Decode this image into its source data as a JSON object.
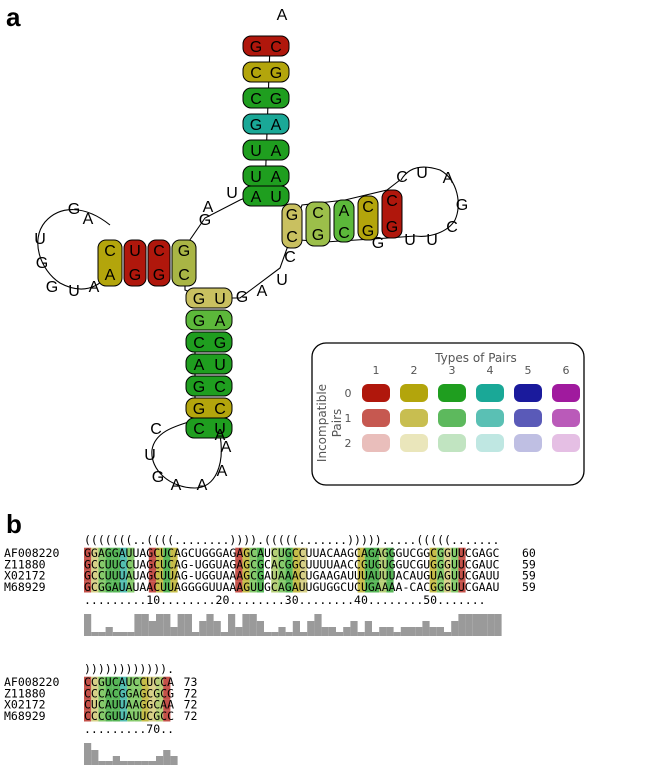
{
  "panel_a": {
    "label": "a",
    "legend": {
      "title": "Types of Pairs",
      "y_title": "Incompatible Pairs",
      "y_title_lines": [
        "Incompatible",
        "Pairs"
      ],
      "columns": [
        "1",
        "2",
        "3",
        "4",
        "5",
        "6"
      ],
      "rows": [
        "0",
        "1",
        "2"
      ],
      "colors": [
        "#b0170c",
        "#b3a50c",
        "#1f9e1f",
        "#1aa897",
        "#1a1a9c",
        "#a01a9e"
      ],
      "row_opacity": [
        1.0,
        0.72,
        0.28
      ]
    }
  },
  "panel_b": {
    "label": "b",
    "block1": {
      "structure": "(((((((..((((........)))).(((((.......))))).....(((((.......",
      "ruler": ".........10........20........30........40........50.......",
      "rows": [
        {
          "name": "AF008220",
          "seq": "GGAGGAUUAGCUCAGCUGGGAGAGCAUCUGCCUUACAAGCAGAGGGUCGGCGGUUCGAGC",
          "end": "60"
        },
        {
          "name": "Z11880",
          "seq": "GCCUUCCUAGCUCAG-UGGUAGAGCGCACGGCUUUUAACCGUGUGGUCGUGGGUUCGAUC",
          "end": "59"
        },
        {
          "name": "X02172",
          "seq": "GCCUUUAUAGCUUAG-UGGUAAAGCGAUAAACUGAAGAUUUAUUUACAUGUAGUUCGAUU",
          "end": "59"
        },
        {
          "name": "M68929",
          "seq": "GCGGAUAUAACUUAGGGGUUAAAGUUGCAGAUUGUGGCUCUGAAAA-CACGGGUUCGAAU",
          "end": "59"
        }
      ]
    },
    "block2": {
      "structure": ")))))))))))).",
      "ruler": ".........70..",
      "rows": [
        {
          "name": "AF008220",
          "seq": "CCGUCAUCCUCCA",
          "end": "73"
        },
        {
          "name": "Z11880",
          "seq": "CCCACGGAGCGCG",
          "end": "72"
        },
        {
          "name": "X02172",
          "seq": "CUCAUUAAGGCAA",
          "end": "72"
        },
        {
          "name": "M68929",
          "seq": "CCCGUUAUUCGCC",
          "end": "72"
        }
      ]
    }
  }
}
